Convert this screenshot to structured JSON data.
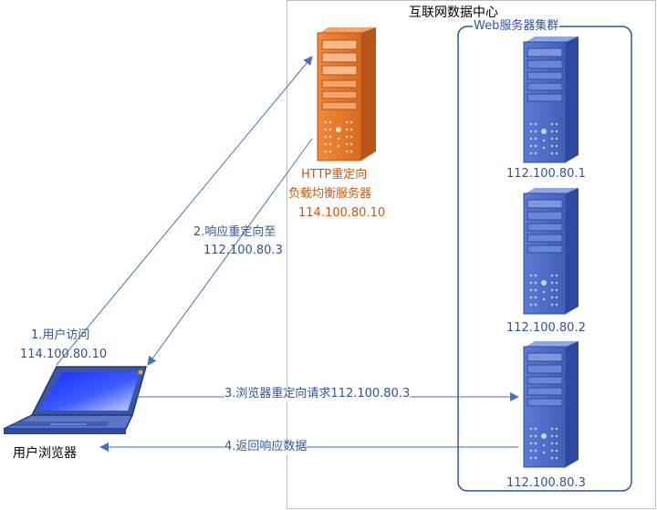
{
  "datacenter": {
    "title": "互联网数据中心"
  },
  "cluster": {
    "title": "Web服务器集群"
  },
  "lb": {
    "line1": "HTTP重定向",
    "line2": "负载均衡服务器",
    "ip": "114.100.80.10"
  },
  "servers": [
    {
      "ip": "112.100.80.1"
    },
    {
      "ip": "112.100.80.2"
    },
    {
      "ip": "112.100.80.3"
    }
  ],
  "client": {
    "label": "用户浏览器"
  },
  "steps": {
    "s1_line1": "1.用户访问",
    "s1_line2": "114.100.80.10",
    "s2_line1": "2.响应重定向至",
    "s2_line2": "112.100.80.3",
    "s3": "3.浏览器重定向请求112.100.80.3",
    "s4": "4.返回响应数据"
  },
  "colors": {
    "arrow": "#4472C4",
    "label_blue": "#2F5597",
    "lb_orange": "#E07A2E",
    "server_blue": "#4F6FC9"
  }
}
